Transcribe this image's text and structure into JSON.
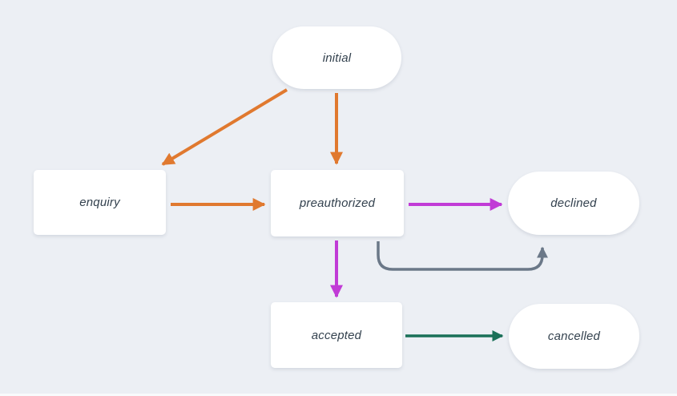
{
  "diagram": {
    "type": "state-machine-flowchart",
    "nodes": {
      "initial": {
        "label": "initial",
        "shape": "pill"
      },
      "enquiry": {
        "label": "enquiry",
        "shape": "rect"
      },
      "preauthorized": {
        "label": "preauthorized",
        "shape": "rect"
      },
      "declined": {
        "label": "declined",
        "shape": "pill"
      },
      "accepted": {
        "label": "accepted",
        "shape": "rect"
      },
      "cancelled": {
        "label": "cancelled",
        "shape": "pill"
      }
    },
    "edges": [
      {
        "from": "initial",
        "to": "enquiry",
        "route": "diagonal",
        "color": "#E0792F"
      },
      {
        "from": "initial",
        "to": "preauthorized",
        "route": "straight",
        "color": "#E0792F"
      },
      {
        "from": "enquiry",
        "to": "preauthorized",
        "route": "straight",
        "color": "#E0792F"
      },
      {
        "from": "preauthorized",
        "to": "declined",
        "route": "straight",
        "color": "#C13BD6"
      },
      {
        "from": "preauthorized",
        "to": "accepted",
        "route": "straight",
        "color": "#C13BD6"
      },
      {
        "from": "preauthorized",
        "to": "declined",
        "route": "loop-below",
        "color": "#6B7888"
      },
      {
        "from": "accepted",
        "to": "cancelled",
        "route": "straight",
        "color": "#1A7058"
      }
    ],
    "colors": {
      "orange": "#E0792F",
      "magenta": "#C13BD6",
      "teal": "#1A7058",
      "gray": "#6B7888",
      "node_fill": "#FFFFFF",
      "node_text": "#33414E",
      "background": "#ECEFF4"
    }
  }
}
